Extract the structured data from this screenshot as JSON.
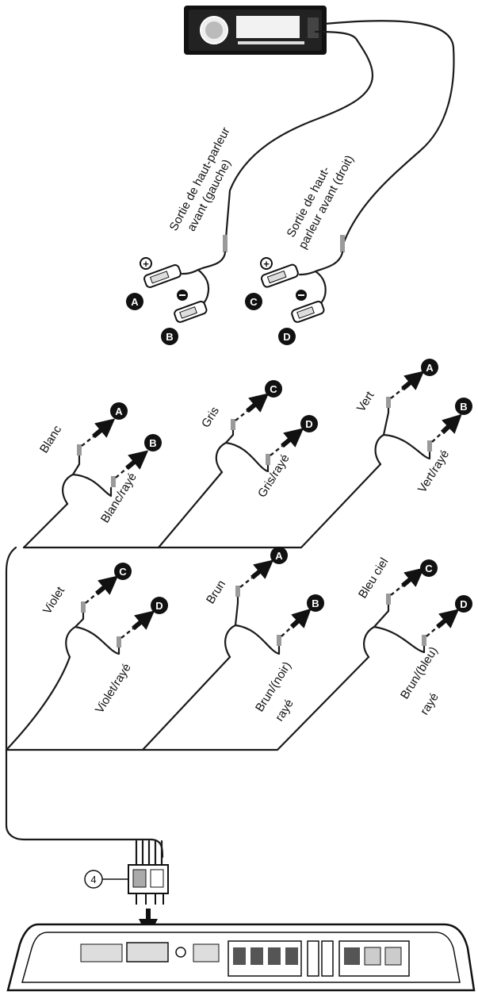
{
  "labels": {
    "front_left": {
      "line1": "Sortie de haut-parleur",
      "line2": "avant (gauche)"
    },
    "front_right": {
      "line1": "Sortie de haut-",
      "line2": "parleur avant (droit)"
    },
    "part_number": "4"
  },
  "badges": [
    "A",
    "B",
    "C",
    "D"
  ],
  "connections_top": [
    {
      "wire1": "Blanc",
      "to1": "A",
      "wire2": "Blanc/rayé",
      "to2": "B"
    },
    {
      "wire1": "Gris",
      "to1": "C",
      "wire2": "Gris/rayé",
      "to2": "D"
    },
    {
      "wire1": "Vert",
      "to1": "A",
      "wire2": "Vert/rayé",
      "to2": "B"
    }
  ],
  "connections_bottom": [
    {
      "wire1": "Violet",
      "to1": "C",
      "wire2": "Violet/rayé",
      "to2": "D"
    },
    {
      "wire1": "Brun",
      "to1": "A",
      "wire2_line1": "Brun/(noir)",
      "wire2_line2": "rayé",
      "to2": "B"
    },
    {
      "wire1": "Bleu ciel",
      "to1": "C",
      "wire2_line1": "Brun/(bleu)",
      "wire2_line2": "rayé",
      "to2": "D"
    }
  ]
}
